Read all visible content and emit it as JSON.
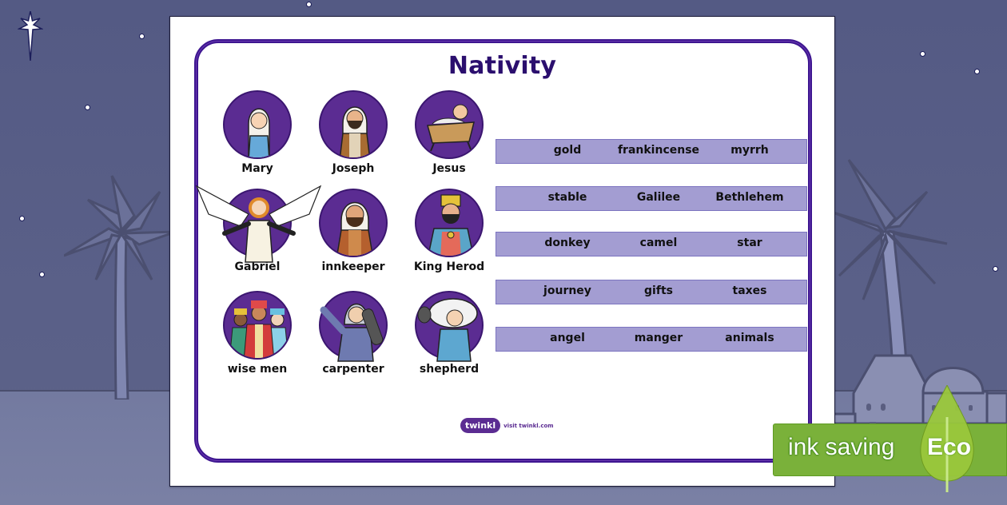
{
  "worksheet": {
    "title": "Nativity",
    "characters": [
      {
        "label": "Mary",
        "icon": "mary-icon"
      },
      {
        "label": "Joseph",
        "icon": "joseph-icon"
      },
      {
        "label": "Jesus",
        "icon": "baby-jesus-manger-icon"
      },
      {
        "label": "Gabriel",
        "icon": "angel-gabriel-icon"
      },
      {
        "label": "innkeeper",
        "icon": "innkeeper-icon"
      },
      {
        "label": "King Herod",
        "icon": "king-herod-icon"
      },
      {
        "label": "wise men",
        "icon": "wise-men-icon"
      },
      {
        "label": "carpenter",
        "icon": "carpenter-icon"
      },
      {
        "label": "shepherd",
        "icon": "shepherd-icon"
      }
    ],
    "word_rows": [
      {
        "words": [
          "gold",
          "frankincense",
          "myrrh"
        ]
      },
      {
        "words": [
          "stable",
          "Galilee",
          "Bethlehem"
        ]
      },
      {
        "words": [
          "donkey",
          "camel",
          "star"
        ]
      },
      {
        "words": [
          "journey",
          "gifts",
          "taxes"
        ]
      },
      {
        "words": [
          "angel",
          "manger",
          "animals"
        ]
      }
    ],
    "footer": {
      "logo": "twinkl",
      "link_text": "visit twinkl.com"
    }
  },
  "badge": {
    "text": "ink saving",
    "label": "Eco"
  },
  "colors": {
    "frame": "#3d1590",
    "title": "#2b0f6e",
    "circle": "#5b2c92",
    "word_bar": "#a39dd2",
    "word_bar_border": "#7c74c0",
    "eco_green": "#7ab13a",
    "sky": "#565c86"
  }
}
